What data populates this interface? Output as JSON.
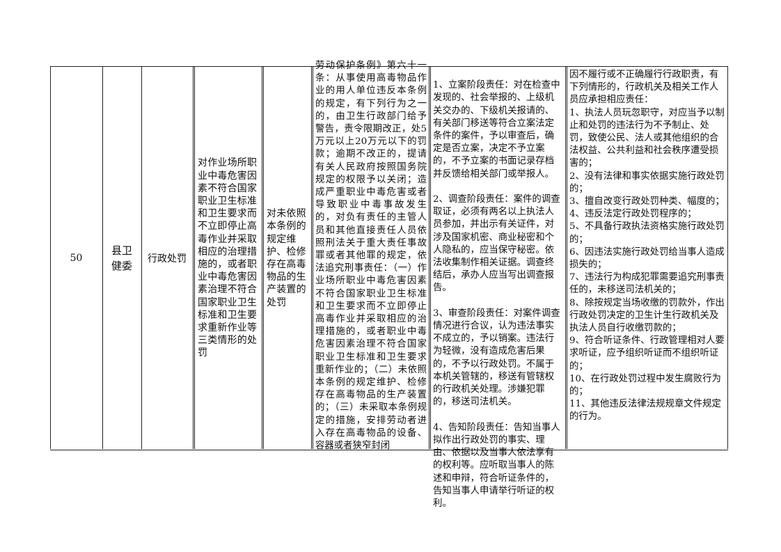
{
  "row": {
    "number": "50",
    "department": "县卫健委",
    "power_type": "行政处罚",
    "item_name": "对作业场所职业中毒危害因素不符合国家职业卫生标准和卫生要求而不立即停止高毒作业并采取相应的治理措施的，或者职业中毒危害因素治理不符合国家职业卫生标准和卫生要求重新作业等三类情形的处罚",
    "sub_item": "对未依照本条例的规定维护、检修存在高毒物品的生产装置的处罚",
    "basis": "劳动保护条例》第六十一条：从事使用高毒物品作业的用人单位违反本条例的规定，有下列行为之一的，由卫生行政部门给予警告，责令限期改正，处5万元以上20万元以下的罚款；逾期不改正的，提请有关人民政府按照国务院规定的权限予以关闭；造成严重职业中毒危害或者导致职业中毒事故发生的，对负有责任的主管人员和其他直接责任人员依照刑法关于重大责任事故罪或者其他罪的规定，依法追究刑事责任：（一）作业场所职业中毒危害因素不符合国家职业卫生标准和卫生要求而不立即停止高毒作业并采取相应的治理措施的，或者职业中毒危害因素治理不符合国家职业卫生标准和卫生要求重新作业的；（二）未依照本条例的规定维护、检修存在高毒物品的生产装置的；（三）未采取本条例规定的措施，安排劳动者进入存在高毒物品的设备、容器或者狭窄封闭",
    "responsibilities": [
      "1、立案阶段责任：对在检查中发现的、社会举报的、上级机关交办的、下级机关报请的、有关部门移送等符合立案法定条件的案件，予以审查后，确定是否立案，决定不予立案的，不予立案的书面记录存档并反馈给相关部门或举报人。",
      "2、调查阶段责任：案件的调查取证，必须有两名以上执法人员参加，并出示有关证件，对涉及国家机密、商业秘密和个人隐私的，应当保守秘密。依法收集制作相关证据。调查终结后，承办人应当写出调查报告。",
      "3、审查阶段责任：对案件调查情况进行合议，认为违法事实不成立的，予以销案。违法行为轻微，没有造成危害后果的，不予以行政处罚。不属于本机关管辖的，移送有管辖权的行政机关处理。涉嫌犯罪的，移送司法机关。",
      "4、告知阶段责任：告知当事人拟作出行政处罚的事实、理由、依据以及当事人依法享有的权利等。应听取当事人的陈述和申辩，符合听证条件的，告知当事人申请举行听证的权利。"
    ],
    "liability": "因不履行或不正确履行行政职责，有下列情形的，行政机关及相关工作人员应承担相应责任：\n1、执法人员玩忽职守，对应当予以制止和处罚的违法行为不予制止、处罚，致使公民、法人或其他组织的合法权益、公共利益和社会秩序遭受损害的；\n2、没有法律和事实依据实施行政处罚的；\n3、擅自改变行政处罚种类、幅度的；\n4、违反法定行政处罚程序的；\n5、不具备行政执法资格实施行政处罚的；\n6、因违法实施行政处罚给当事人造成损失的；\n7、违法行为构成犯罪需要追究刑事责任的，未移送司法机关的；\n8、除按规定当场收缴的罚款外，作出行政处罚决定的卫生计生行政机关及执法人员自行收缴罚款的；\n9、符合听证条件、行政管理相对人要求听证，应予组织听证而不组织听证的；\n10、在行政处罚过程中发生腐败行为的；\n11、其他违反法律法规规章文件规定的行为。"
  }
}
